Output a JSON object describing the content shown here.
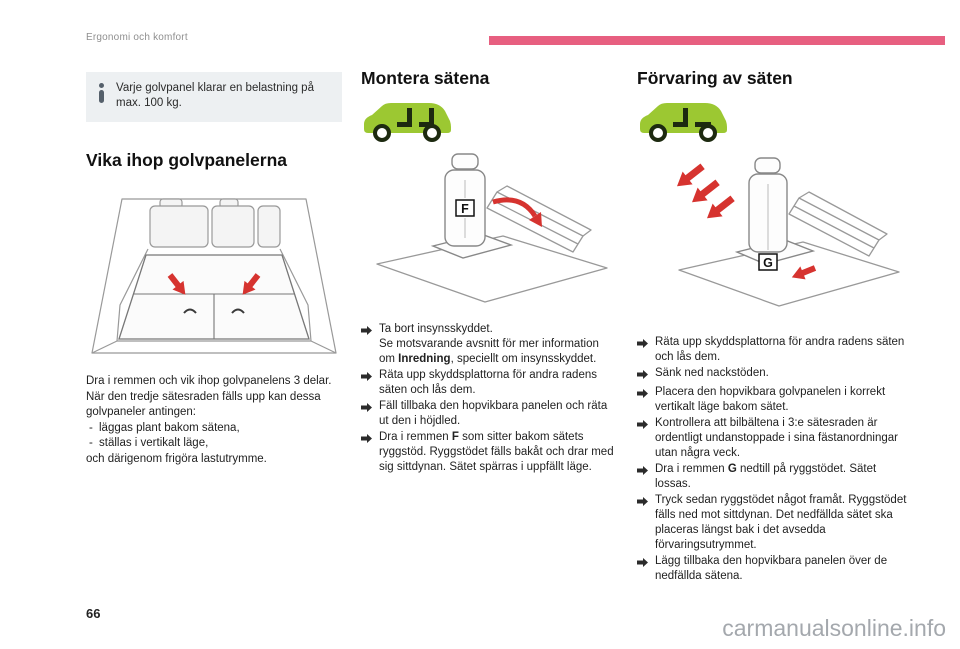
{
  "colors": {
    "accent_pink": "#e75f80",
    "pictogram_green": "#9cc832",
    "pictogram_dark": "#1d2a10",
    "arrow_red": "#d6332f"
  },
  "header": {
    "chapter": "Ergonomi och komfort"
  },
  "info_box": {
    "text": "Varje golvpanel klarar en belastning på max. 100 kg."
  },
  "fold_panels": {
    "heading": "Vika ihop golvpanelerna",
    "para1": "Dra i remmen och vik ihop golvpanelens 3 delar.",
    "para2": "När den tredje sätesraden fälls upp kan dessa golvpaneler antingen:",
    "dash": "-",
    "option1": "läggas plant bakom sätena,",
    "option2": "ställas i vertikalt läge,",
    "para3": "och därigenom frigöra lastutrymme."
  },
  "mount_seats": {
    "heading": "Montera sätena",
    "label": "F",
    "steps": [
      "Ta bort insynsskyddet.\nSe motsvarande avsnitt för mer information om **Inredning**, speciellt om insynsskyddet.",
      "Räta upp skyddsplattorna för andra radens säten och lås dem.",
      "Fäll tillbaka den hopvikbara panelen och räta ut den i höjdled.",
      "Dra i remmen **F** som sitter bakom sätets ryggstöd. Ryggstödet fälls bakåt och drar med sig sittdynan. Sätet spärras i uppfällt läge."
    ]
  },
  "store_seats": {
    "heading": "Förvaring av säten",
    "label": "G",
    "steps": [
      "Räta upp skyddsplattorna för andra radens säten och lås dem.",
      "Sänk ned nackstöden.",
      "Placera den hopvikbara golvpanelen i korrekt vertikalt läge bakom sätet.",
      "Kontrollera att bilbältena i 3:e sätesraden är ordentligt undanstoppade i sina fästanordningar utan några veck.",
      "Dra i remmen **G** nedtill på ryggstödet. Sätet lossas.",
      "Tryck sedan ryggstödet något framåt. Ryggstödet fälls ned mot sittdynan. Det nedfällda sätet ska placeras längst bak i det avsedda förvaringsutrymmet.",
      "Lägg tillbaka den hopvikbara panelen över de nedfällda sätena."
    ]
  },
  "footer": {
    "page_number": "66",
    "watermark": "carmanualsonline.info"
  }
}
